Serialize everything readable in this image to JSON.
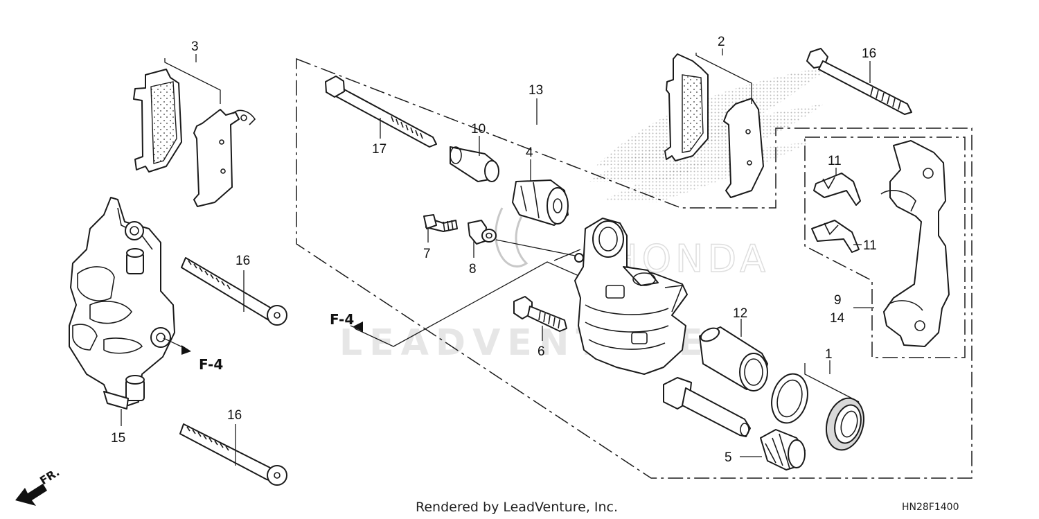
{
  "callouts": [
    "1",
    "2",
    "3",
    "4",
    "5",
    "6",
    "7",
    "8",
    "9",
    "10",
    "11",
    "11",
    "12",
    "13",
    "14",
    "15",
    "16",
    "16",
    "16",
    "17"
  ],
  "reference_labels": [
    "F-4",
    "F-4"
  ],
  "direction_label": "FR.",
  "watermark": {
    "brand": "HONDA",
    "dealer": "LEADVENTURE"
  },
  "footer": {
    "credit": "Rendered by LeadVenture, Inc.",
    "diagram_code": "HN28F1400"
  }
}
